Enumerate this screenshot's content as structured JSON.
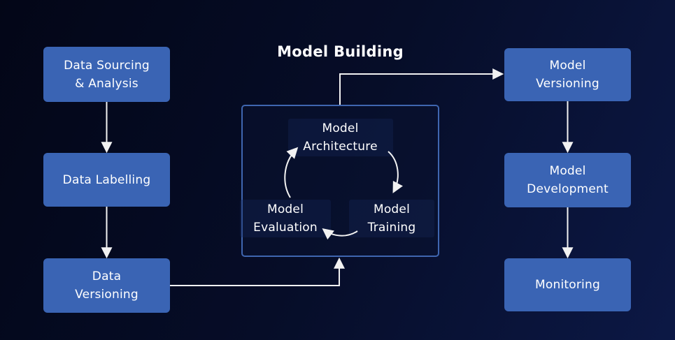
{
  "diagram": {
    "title": "Model Building"
  },
  "left_column": {
    "items": [
      {
        "label": "Data Sourcing\n& Analysis"
      },
      {
        "label": "Data Labelling"
      },
      {
        "label": "Data\nVersioning"
      }
    ]
  },
  "right_column": {
    "items": [
      {
        "label": "Model\nVersioning"
      },
      {
        "label": "Model\nDevelopment"
      },
      {
        "label": "Monitoring"
      }
    ]
  },
  "cycle": {
    "nodes": [
      {
        "label": "Model\nArchitecture"
      },
      {
        "label": "Model\nTraining"
      },
      {
        "label": "Model\nEvaluation"
      }
    ]
  },
  "colors": {
    "background_dark": "#030617",
    "background_light": "#0c1845",
    "node_fill": "#3a64b4",
    "node_text": "#ffffff",
    "cycle_border": "#3f66b0",
    "arrow": "#f2f2f2"
  }
}
